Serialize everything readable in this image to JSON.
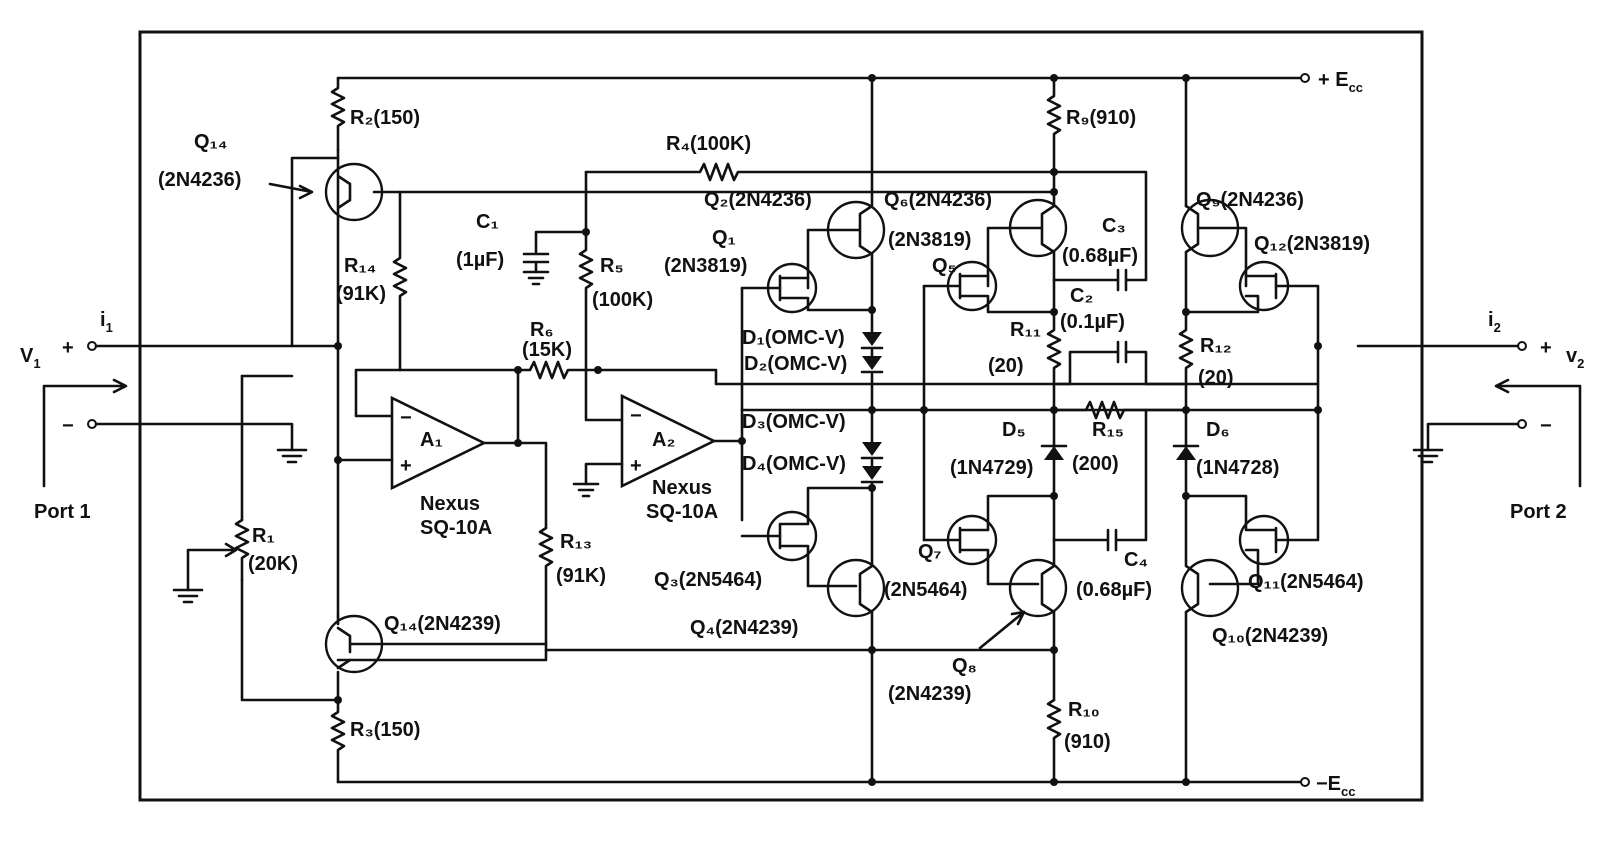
{
  "ports": {
    "port1": "Port 1",
    "port2": "Port 2",
    "v1": "V",
    "v1_sub": "1",
    "i1": "i",
    "i1_sub": "1",
    "i2": "i",
    "i2_sub": "2",
    "v2": "v",
    "v2_sub": "2",
    "plus": "+",
    "minus": "−"
  },
  "supplies": {
    "pos": "+ E",
    "pos_sub": "cc",
    "neg": "−E",
    "neg_sub": "cc"
  },
  "components": {
    "r2": "R₂(150)",
    "q14_top": "Q₁₄",
    "q14_top_part": "(2N4236)",
    "r14": "R₁₄",
    "r14_val": "(91K)",
    "r4": "R₄(100K)",
    "c1": "C₁",
    "c1_val": "(1µF)",
    "r5": "R₅",
    "r5_val": "(100K)",
    "r6": "R₆",
    "r6_val": "(15K)",
    "a1": "A₁",
    "a1_part1": "Nexus",
    "a1_part2": "SQ-10A",
    "a2": "A₂",
    "a2_part1": "Nexus",
    "a2_part2": "SQ-10A",
    "r1": "R₁",
    "r1_val": "(20K)",
    "r13": "R₁₃",
    "r13_val": "(91K)",
    "q14_bot": "Q₁₄(2N4239)",
    "r3": "R₃(150)",
    "q2": "Q₂(2N4236)",
    "q1": "Q₁",
    "q1_part": "(2N3819)",
    "d1": "D₁(OMC-V)",
    "d2": "D₂(OMC-V)",
    "d3": "D₃(OMC-V)",
    "d4": "D₄(OMC-V)",
    "q3": "Q₃(2N5464)",
    "q4": "Q₄(2N4239)",
    "q6": "Q₆(2N4236)",
    "q5": "Q₅",
    "q5_part": "(2N3819)",
    "r9": "R₉(910)",
    "c3": "C₃",
    "c3_val": "(0.68µF)",
    "c2": "C₂",
    "c2_val": "(0.1µF)",
    "r11": "R₁₁",
    "r11_val": "(20)",
    "d5": "D₅",
    "d5_part": "(1N4729)",
    "r15": "R₁₅",
    "r15_val": "(200)",
    "q7": "Q₇",
    "q7_part": "(2N5464)",
    "c4": "C₄",
    "c4_val": "(0.68µF)",
    "q8": "Q₈",
    "q8_part": "(2N4239)",
    "r10": "R₁₀",
    "r10_val": "(910)",
    "q9": "Q₉(2N4236)",
    "q12": "Q₁₂(2N3819)",
    "r12": "R₁₂",
    "r12_val": "(20)",
    "d6": "D₆",
    "d6_part": "(1N4728)",
    "q11": "Q₁₁(2N5464)",
    "q10": "Q₁₀(2N4239)"
  }
}
